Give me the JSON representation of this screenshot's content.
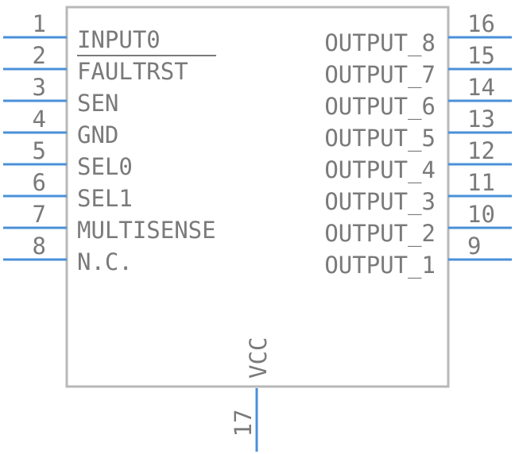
{
  "component": {
    "left_pins": [
      {
        "number": "1",
        "label": "INPUT0"
      },
      {
        "number": "2",
        "label": "FAULTRST"
      },
      {
        "number": "3",
        "label": "SEN"
      },
      {
        "number": "4",
        "label": "GND"
      },
      {
        "number": "5",
        "label": "SEL0"
      },
      {
        "number": "6",
        "label": "SEL1"
      },
      {
        "number": "7",
        "label": "MULTISENSE"
      },
      {
        "number": "8",
        "label": "N.C."
      }
    ],
    "right_pins": [
      {
        "number": "16",
        "label": "OUTPUT_8"
      },
      {
        "number": "15",
        "label": "OUTPUT_7"
      },
      {
        "number": "14",
        "label": "OUTPUT_6"
      },
      {
        "number": "13",
        "label": "OUTPUT_5"
      },
      {
        "number": "12",
        "label": "OUTPUT_4"
      },
      {
        "number": "11",
        "label": "OUTPUT_3"
      },
      {
        "number": "10",
        "label": "OUTPUT_2"
      },
      {
        "number": "9",
        "label": "OUTPUT_1"
      }
    ],
    "bottom_pin": {
      "number": "17",
      "label": "VCC"
    }
  },
  "colors": {
    "pin": "#4a90d9",
    "body_outline": "#b8b8b8",
    "text": "#7a7a7a"
  }
}
